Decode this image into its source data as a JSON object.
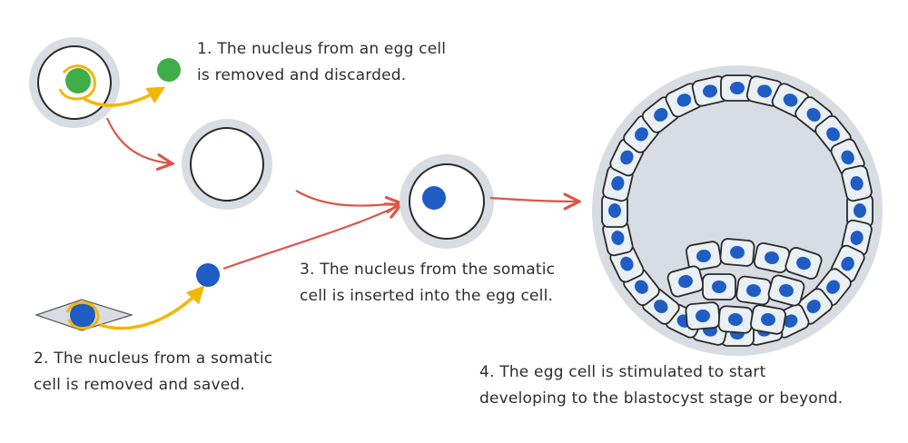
{
  "steps": [
    {
      "number": "1.",
      "lines": [
        "The nucleus from an egg cell",
        "is removed and discarded."
      ]
    },
    {
      "number": "2.",
      "lines": [
        "The nucleus from a somatic",
        "cell is removed and saved."
      ]
    },
    {
      "number": "3.",
      "lines": [
        "The nucleus from the somatic",
        "cell is inserted into the egg cell."
      ]
    },
    {
      "number": "4.",
      "lines": [
        "The egg cell is stimulated to start",
        "developing to the blastocyst stage or beyond."
      ]
    }
  ],
  "colors": {
    "egg_membrane": "#d7dde2",
    "outline": "#2a2a2a",
    "egg_nucleus": "#3fae49",
    "somatic_nucleus": "#1f5cc4",
    "pipette_arrow": "#f2b705",
    "process_arrow": "#d9574a",
    "blastocyst_fill": "#d7dde2",
    "blastocyst_cell": "#eaf0f4"
  },
  "icons": [
    "pipette-arrow-icon",
    "process-arrow-icon"
  ]
}
